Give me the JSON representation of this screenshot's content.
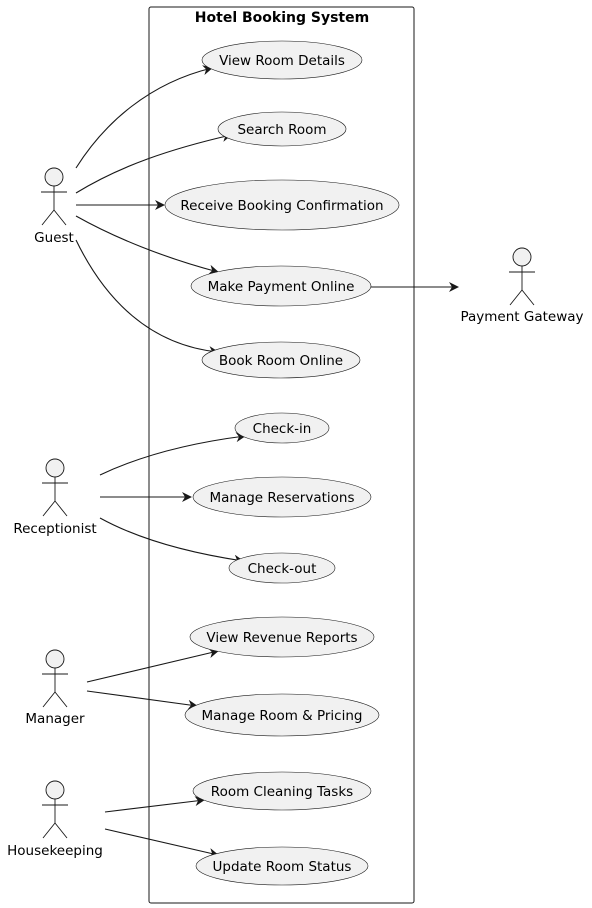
{
  "system": {
    "title": "Hotel Booking System"
  },
  "actors": {
    "guest": "Guest",
    "receptionist": "Receptionist",
    "manager": "Manager",
    "housekeeping": "Housekeeping",
    "payment_gateway": "Payment Gateway"
  },
  "use_cases": {
    "view_room_details": "View Room Details",
    "search_room": "Search Room",
    "receive_booking_confirmation": "Receive Booking Confirmation",
    "make_payment_online": "Make Payment Online",
    "book_room_online": "Book Room Online",
    "check_in": "Check-in",
    "manage_reservations": "Manage Reservations",
    "check_out": "Check-out",
    "view_revenue_reports": "View Revenue Reports",
    "manage_room_pricing": "Manage Room & Pricing",
    "room_cleaning_tasks": "Room Cleaning Tasks",
    "update_room_status": "Update Room Status"
  },
  "colors": {
    "ellipse_fill": "#f1f1f1",
    "stroke": "#181818",
    "background": "#ffffff"
  },
  "associations": [
    {
      "from": "guest",
      "to": "view_room_details"
    },
    {
      "from": "guest",
      "to": "search_room"
    },
    {
      "from": "guest",
      "to": "receive_booking_confirmation"
    },
    {
      "from": "guest",
      "to": "make_payment_online"
    },
    {
      "from": "guest",
      "to": "book_room_online"
    },
    {
      "from": "make_payment_online",
      "to": "payment_gateway"
    },
    {
      "from": "receptionist",
      "to": "check_in"
    },
    {
      "from": "receptionist",
      "to": "manage_reservations"
    },
    {
      "from": "receptionist",
      "to": "check_out"
    },
    {
      "from": "manager",
      "to": "view_revenue_reports"
    },
    {
      "from": "manager",
      "to": "manage_room_pricing"
    },
    {
      "from": "housekeeping",
      "to": "room_cleaning_tasks"
    },
    {
      "from": "housekeeping",
      "to": "update_room_status"
    }
  ]
}
